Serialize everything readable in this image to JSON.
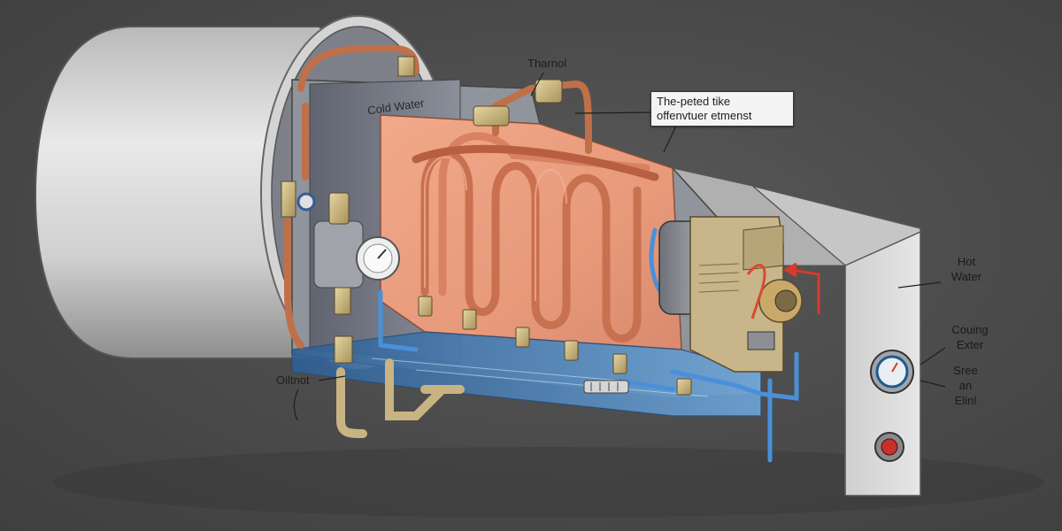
{
  "labels": {
    "cold_water": "Cold Water",
    "tharnol": "Tharnol",
    "heating_element": [
      "The-peted tike",
      "offenvtuer etmenst"
    ],
    "oiltnot": "Oiltnot",
    "hot_water": [
      "Hot",
      "Water"
    ],
    "couing_exter": [
      "Couing",
      "Exter"
    ],
    "sree_an_elinl": [
      "Sree",
      "an",
      "Elinl"
    ]
  },
  "colors": {
    "background": "#4b4b4b",
    "tank_shell": "#d9d9d9",
    "copper": "#c8704f",
    "cold_pipe": "#4a90d9",
    "brass": "#c7b27a",
    "red_arrow": "#d83a2a"
  },
  "icons": [
    "pressure-gauge-icon",
    "thermostat-dial-icon",
    "control-knob-icon",
    "flow-arrow-icon"
  ]
}
